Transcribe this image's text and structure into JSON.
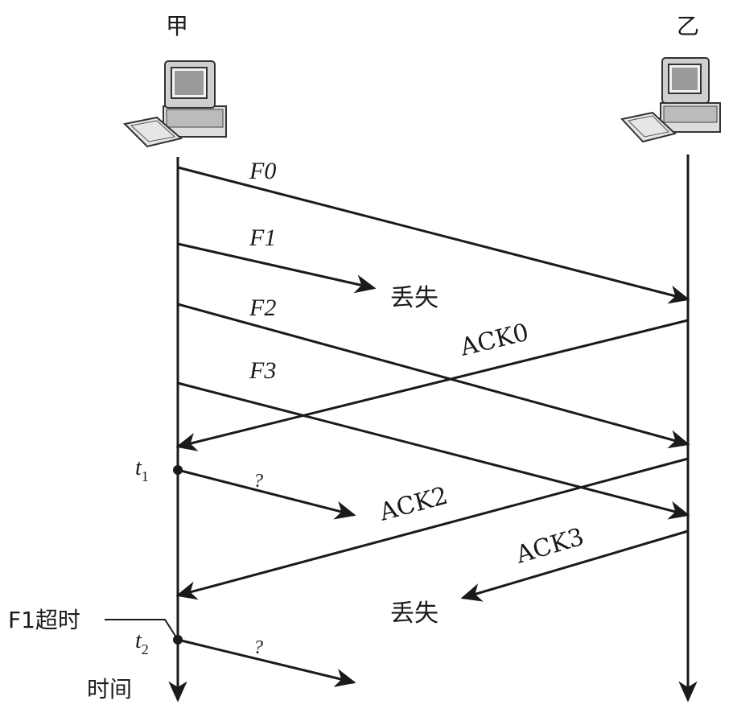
{
  "hosts": {
    "sender": "甲",
    "receiver": "乙"
  },
  "frames": [
    "F0",
    "F1",
    "F2",
    "F3"
  ],
  "acks": [
    "ACK0",
    "ACK2",
    "ACK3"
  ],
  "lost_label_1": "丢失",
  "lost_label_2": "丢失",
  "times": {
    "t1": "t",
    "t1_sub": "1",
    "t2": "t",
    "t2_sub": "2"
  },
  "unknown_1": "?",
  "unknown_2": "?",
  "timeout_label": "F1超时",
  "time_axis_label": "时间",
  "icons": [
    "computer-icon",
    "computer-icon"
  ]
}
